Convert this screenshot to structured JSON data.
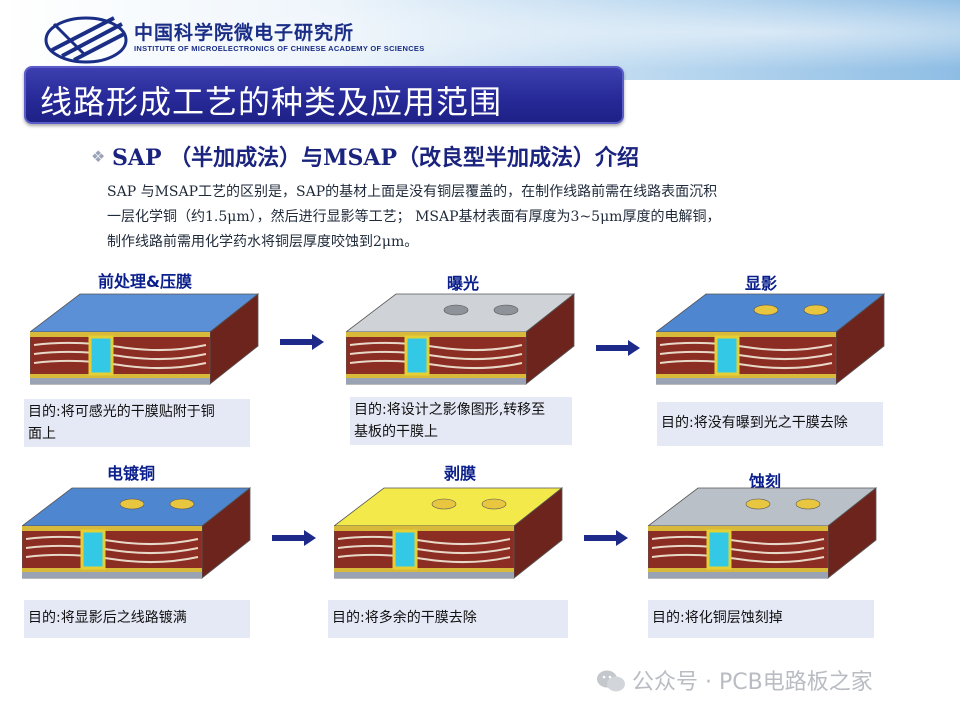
{
  "header": {
    "org_name_cn": "中国科学院微电子研究所",
    "org_name_en": "INSTITUTE OF MICROELECTRONICS OF CHINESE ACADEMY OF SCIENCES",
    "logo_icon": "ime-logo-icon"
  },
  "title": "线路形成工艺的种类及应用范围",
  "subtitle": "SAP （半加成法）与MSAP（改良型半加成法）介绍",
  "intro_lines": [
    "SAP 与MSAP工艺的区别是，SAP的基材上面是没有铜层覆盖的，在制作线路前需在线路表面沉积",
    "一层化学铜（约1.5μm），然后进行显影等工艺；  MSAP基材表面有厚度为3~5μm厚度的电解铜，",
    "制作线路前需用化学药水将铜层厚度咬蚀到2μm。"
  ],
  "steps": [
    {
      "label": "前处理&压膜",
      "desc_line1": "目的:将可感光的干膜贴附于铜",
      "desc_line2": "面上",
      "top": "#5b8fd6"
    },
    {
      "label": "曝光",
      "desc_line1": "目的:将设计之影像图形,转移至",
      "desc_line2": "基板的干膜上",
      "top": "#cfd3d8"
    },
    {
      "label": "显影",
      "desc_line1": "目的:将没有曝到光之干膜去除",
      "desc_line2": "",
      "top": "#4f86d0"
    },
    {
      "label": "电镀铜",
      "desc_line1": "目的:将显影后之线路镀满",
      "desc_line2": "",
      "top": "#4f86d0"
    },
    {
      "label": "剥膜",
      "desc_line1": "目的:将多余的干膜去除",
      "desc_line2": "",
      "top": "#f3e94a"
    },
    {
      "label": "蚀刻",
      "desc_line1": "目的:将化铜层蚀刻掉",
      "desc_line2": "",
      "top": "#b9c0c7"
    }
  ],
  "watermark": {
    "text": "公众号 · PCB电路板之家",
    "icon": "wechat-icon"
  },
  "colors": {
    "title_bar": "#272a98",
    "accent_text": "#1a237e",
    "step_label": "#0a1f8c",
    "desc_bg": "#e5e8f5",
    "arrow": "#1d2a8a"
  }
}
